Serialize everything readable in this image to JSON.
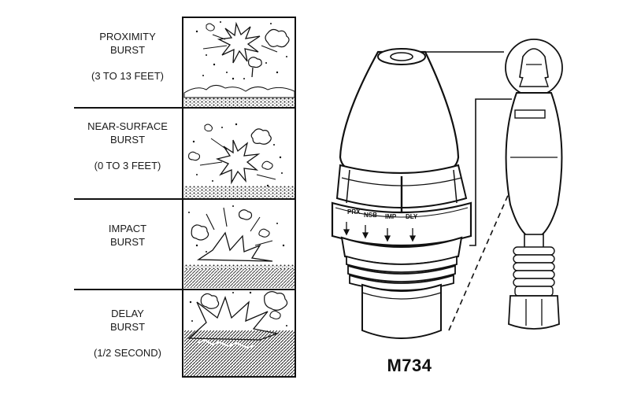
{
  "panels": [
    {
      "title": "PROXIMITY\nBURST",
      "range": "(3 TO 13 FEET)"
    },
    {
      "title": "NEAR-SURFACE\nBURST",
      "range": "(0 TO 3 FEET)"
    },
    {
      "title": "IMPACT\nBURST",
      "range": ""
    },
    {
      "title": "DELAY\nBURST",
      "range": "(1/2 SECOND)"
    }
  ],
  "fuse": {
    "settings": [
      "PRX",
      "NSB",
      "IMP",
      "DLY"
    ],
    "designation": "M734"
  }
}
